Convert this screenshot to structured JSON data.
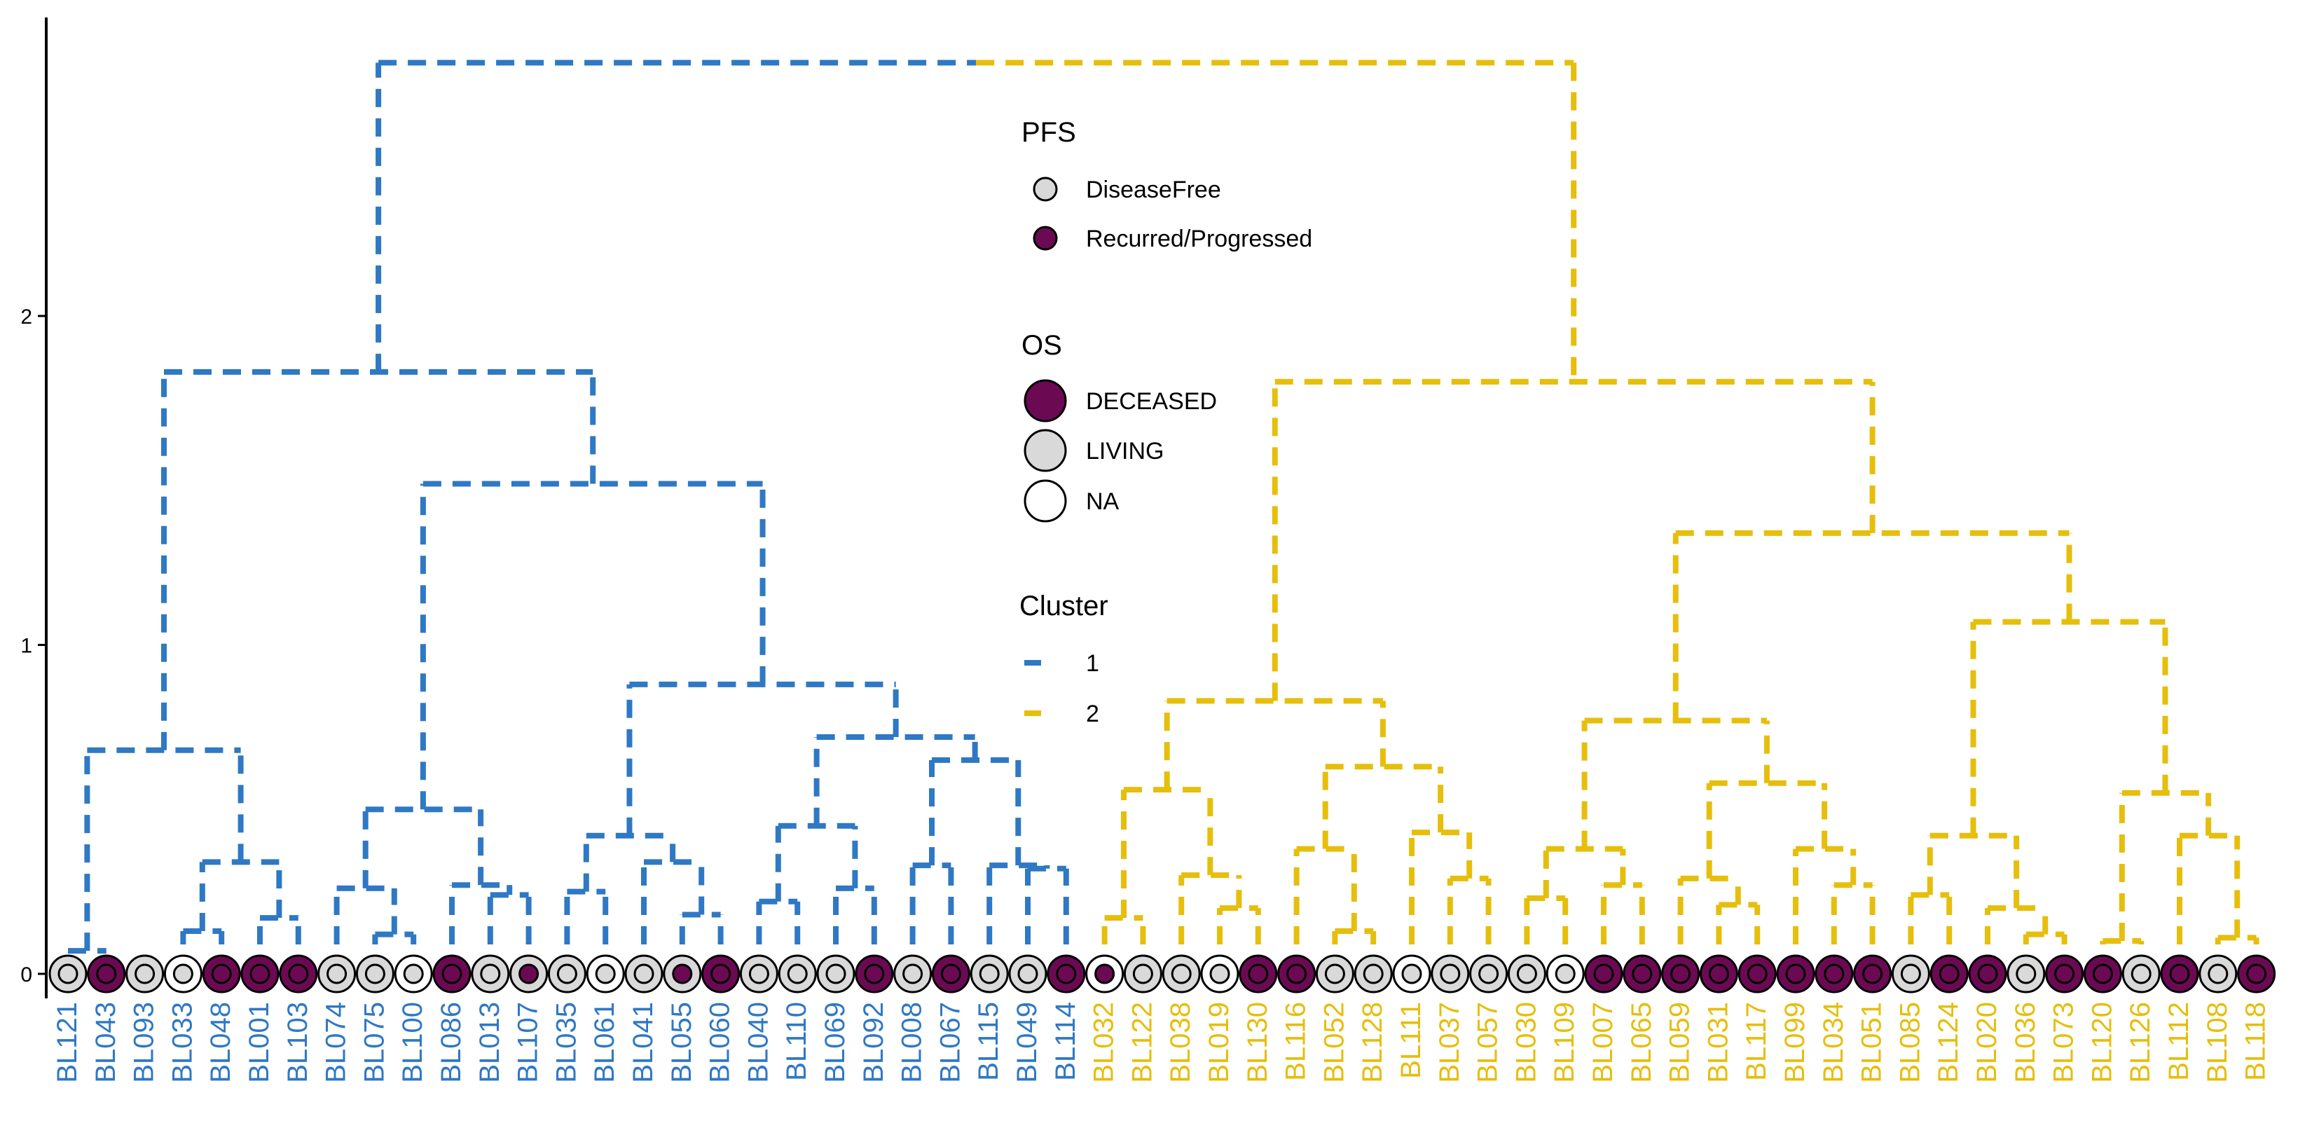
{
  "chart_data": {
    "type": "dendrogram",
    "title": "",
    "y_axis": {
      "label": "",
      "ticks": [
        0,
        1,
        2
      ],
      "range": [
        0,
        2.9
      ]
    },
    "colors": {
      "cluster_1": "#2f78c4",
      "cluster_2": "#e6be0c",
      "deceased_fill": "#6b0a52",
      "living_fill": "#d9d9d9",
      "na_fill": "#ffffff",
      "recurred_fill": "#6b0a52",
      "diseasefree_fill": "#d9d9d9"
    },
    "leaves": [
      {
        "label": "BL121",
        "cluster": 1,
        "os": "LIVING",
        "pfs": "DiseaseFree"
      },
      {
        "label": "BL043",
        "cluster": 1,
        "os": "DECEASED",
        "pfs": "Recurred/Progressed"
      },
      {
        "label": "BL093",
        "cluster": 1,
        "os": "LIVING",
        "pfs": "DiseaseFree"
      },
      {
        "label": "BL033",
        "cluster": 1,
        "os": "NA",
        "pfs": "DiseaseFree"
      },
      {
        "label": "BL048",
        "cluster": 1,
        "os": "DECEASED",
        "pfs": "Recurred/Progressed"
      },
      {
        "label": "BL001",
        "cluster": 1,
        "os": "DECEASED",
        "pfs": "Recurred/Progressed"
      },
      {
        "label": "BL103",
        "cluster": 1,
        "os": "DECEASED",
        "pfs": "Recurred/Progressed"
      },
      {
        "label": "BL074",
        "cluster": 1,
        "os": "LIVING",
        "pfs": "DiseaseFree"
      },
      {
        "label": "BL075",
        "cluster": 1,
        "os": "LIVING",
        "pfs": "DiseaseFree"
      },
      {
        "label": "BL100",
        "cluster": 1,
        "os": "NA",
        "pfs": "DiseaseFree"
      },
      {
        "label": "BL086",
        "cluster": 1,
        "os": "DECEASED",
        "pfs": "Recurred/Progressed"
      },
      {
        "label": "BL013",
        "cluster": 1,
        "os": "LIVING",
        "pfs": "DiseaseFree"
      },
      {
        "label": "BL107",
        "cluster": 1,
        "os": "LIVING",
        "pfs": "Recurred/Progressed"
      },
      {
        "label": "BL035",
        "cluster": 1,
        "os": "LIVING",
        "pfs": "DiseaseFree"
      },
      {
        "label": "BL061",
        "cluster": 1,
        "os": "NA",
        "pfs": "DiseaseFree"
      },
      {
        "label": "BL041",
        "cluster": 1,
        "os": "LIVING",
        "pfs": "DiseaseFree"
      },
      {
        "label": "BL055",
        "cluster": 1,
        "os": "LIVING",
        "pfs": "Recurred/Progressed"
      },
      {
        "label": "BL060",
        "cluster": 1,
        "os": "DECEASED",
        "pfs": "Recurred/Progressed"
      },
      {
        "label": "BL040",
        "cluster": 1,
        "os": "LIVING",
        "pfs": "DiseaseFree"
      },
      {
        "label": "BL110",
        "cluster": 1,
        "os": "LIVING",
        "pfs": "DiseaseFree"
      },
      {
        "label": "BL069",
        "cluster": 1,
        "os": "LIVING",
        "pfs": "DiseaseFree"
      },
      {
        "label": "BL092",
        "cluster": 1,
        "os": "DECEASED",
        "pfs": "Recurred/Progressed"
      },
      {
        "label": "BL008",
        "cluster": 1,
        "os": "LIVING",
        "pfs": "DiseaseFree"
      },
      {
        "label": "BL067",
        "cluster": 1,
        "os": "DECEASED",
        "pfs": "Recurred/Progressed"
      },
      {
        "label": "BL115",
        "cluster": 1,
        "os": "LIVING",
        "pfs": "DiseaseFree"
      },
      {
        "label": "BL049",
        "cluster": 1,
        "os": "LIVING",
        "pfs": "DiseaseFree"
      },
      {
        "label": "BL114",
        "cluster": 1,
        "os": "DECEASED",
        "pfs": "Recurred/Progressed"
      },
      {
        "label": "BL032",
        "cluster": 2,
        "os": "NA",
        "pfs": "Recurred/Progressed"
      },
      {
        "label": "BL122",
        "cluster": 2,
        "os": "LIVING",
        "pfs": "DiseaseFree"
      },
      {
        "label": "BL038",
        "cluster": 2,
        "os": "LIVING",
        "pfs": "DiseaseFree"
      },
      {
        "label": "BL019",
        "cluster": 2,
        "os": "NA",
        "pfs": "DiseaseFree"
      },
      {
        "label": "BL130",
        "cluster": 2,
        "os": "DECEASED",
        "pfs": "Recurred/Progressed"
      },
      {
        "label": "BL116",
        "cluster": 2,
        "os": "DECEASED",
        "pfs": "Recurred/Progressed"
      },
      {
        "label": "BL052",
        "cluster": 2,
        "os": "LIVING",
        "pfs": "DiseaseFree"
      },
      {
        "label": "BL128",
        "cluster": 2,
        "os": "LIVING",
        "pfs": "DiseaseFree"
      },
      {
        "label": "BL111",
        "cluster": 2,
        "os": "NA",
        "pfs": "DiseaseFree"
      },
      {
        "label": "BL037",
        "cluster": 2,
        "os": "LIVING",
        "pfs": "DiseaseFree"
      },
      {
        "label": "BL057",
        "cluster": 2,
        "os": "LIVING",
        "pfs": "DiseaseFree"
      },
      {
        "label": "BL030",
        "cluster": 2,
        "os": "LIVING",
        "pfs": "DiseaseFree"
      },
      {
        "label": "BL109",
        "cluster": 2,
        "os": "NA",
        "pfs": "DiseaseFree"
      },
      {
        "label": "BL007",
        "cluster": 2,
        "os": "DECEASED",
        "pfs": "Recurred/Progressed"
      },
      {
        "label": "BL065",
        "cluster": 2,
        "os": "DECEASED",
        "pfs": "Recurred/Progressed"
      },
      {
        "label": "BL059",
        "cluster": 2,
        "os": "DECEASED",
        "pfs": "Recurred/Progressed"
      },
      {
        "label": "BL031",
        "cluster": 2,
        "os": "DECEASED",
        "pfs": "Recurred/Progressed"
      },
      {
        "label": "BL117",
        "cluster": 2,
        "os": "DECEASED",
        "pfs": "Recurred/Progressed"
      },
      {
        "label": "BL099",
        "cluster": 2,
        "os": "DECEASED",
        "pfs": "Recurred/Progressed"
      },
      {
        "label": "BL034",
        "cluster": 2,
        "os": "DECEASED",
        "pfs": "Recurred/Progressed"
      },
      {
        "label": "BL051",
        "cluster": 2,
        "os": "DECEASED",
        "pfs": "Recurred/Progressed"
      },
      {
        "label": "BL085",
        "cluster": 2,
        "os": "LIVING",
        "pfs": "DiseaseFree"
      },
      {
        "label": "BL124",
        "cluster": 2,
        "os": "DECEASED",
        "pfs": "Recurred/Progressed"
      },
      {
        "label": "BL020",
        "cluster": 2,
        "os": "DECEASED",
        "pfs": "Recurred/Progressed"
      },
      {
        "label": "BL036",
        "cluster": 2,
        "os": "LIVING",
        "pfs": "DiseaseFree"
      },
      {
        "label": "BL073",
        "cluster": 2,
        "os": "DECEASED",
        "pfs": "Recurred/Progressed"
      },
      {
        "label": "BL120",
        "cluster": 2,
        "os": "DECEASED",
        "pfs": "Recurred/Progressed"
      },
      {
        "label": "BL126",
        "cluster": 2,
        "os": "LIVING",
        "pfs": "DiseaseFree"
      },
      {
        "label": "BL112",
        "cluster": 2,
        "os": "DECEASED",
        "pfs": "Recurred/Progressed"
      },
      {
        "label": "BL108",
        "cluster": 2,
        "os": "LIVING",
        "pfs": "DiseaseFree"
      },
      {
        "label": "BL118",
        "cluster": 2,
        "os": "DECEASED",
        "pfs": "Recurred/Progressed"
      }
    ],
    "merges": [
      {
        "a": 0,
        "b": 1,
        "h": 0.07,
        "c": 1
      },
      {
        "a": 3,
        "b": 4,
        "h": 0.13,
        "c": 1
      },
      {
        "a": 5,
        "b": 6,
        "h": 0.17,
        "c": 1
      },
      {
        "a": "m1",
        "b": "m2",
        "h": 0.34,
        "c": 1
      },
      {
        "a": "m0",
        "b": "m3",
        "h": 0.68,
        "c": 1
      },
      {
        "a": 8,
        "b": 9,
        "h": 0.12,
        "c": 1
      },
      {
        "a": 7,
        "b": "m5",
        "h": 0.26,
        "c": 1
      },
      {
        "a": 11,
        "b": 12,
        "h": 0.24,
        "c": 1
      },
      {
        "a": 10,
        "b": "m7",
        "h": 0.27,
        "c": 1
      },
      {
        "a": "m6",
        "b": "m8",
        "h": 0.5,
        "c": 1
      },
      {
        "a": 13,
        "b": 14,
        "h": 0.25,
        "c": 1
      },
      {
        "a": 16,
        "b": 17,
        "h": 0.18,
        "c": 1
      },
      {
        "a": 15,
        "b": "m11",
        "h": 0.34,
        "c": 1
      },
      {
        "a": "m10",
        "b": "m12",
        "h": 0.42,
        "c": 1
      },
      {
        "a": 18,
        "b": 19,
        "h": 0.22,
        "c": 1
      },
      {
        "a": 20,
        "b": 21,
        "h": 0.26,
        "c": 1
      },
      {
        "a": "m14",
        "b": "m15",
        "h": 0.45,
        "c": 1
      },
      {
        "a": 22,
        "b": 23,
        "h": 0.33,
        "c": 1
      },
      {
        "a": 25,
        "b": 26,
        "h": 0.32,
        "c": 1
      },
      {
        "a": 24,
        "b": "m18",
        "h": 0.33,
        "c": 1
      },
      {
        "a": "m17",
        "b": "m19",
        "h": 0.65,
        "c": 1
      },
      {
        "a": "m16",
        "b": "m20",
        "h": 0.72,
        "c": 1
      },
      {
        "a": "m13",
        "b": "m21",
        "h": 0.88,
        "c": 1
      },
      {
        "a": "m9",
        "b": "m22",
        "h": 1.49,
        "c": 1
      },
      {
        "a": "m4",
        "b": "m23",
        "h": 1.83,
        "c": 1
      },
      {
        "a": 27,
        "b": 28,
        "h": 0.17,
        "c": 2
      },
      {
        "a": 30,
        "b": 31,
        "h": 0.2,
        "c": 2
      },
      {
        "a": 29,
        "b": "m26",
        "h": 0.3,
        "c": 2
      },
      {
        "a": "m25",
        "b": "m27",
        "h": 0.56,
        "c": 2
      },
      {
        "a": 33,
        "b": 34,
        "h": 0.13,
        "c": 2
      },
      {
        "a": 32,
        "b": "m29",
        "h": 0.38,
        "c": 2
      },
      {
        "a": 36,
        "b": 37,
        "h": 0.29,
        "c": 2
      },
      {
        "a": 35,
        "b": "m31",
        "h": 0.43,
        "c": 2
      },
      {
        "a": "m30",
        "b": "m32",
        "h": 0.63,
        "c": 2
      },
      {
        "a": "m28",
        "b": "m33",
        "h": 0.83,
        "c": 2
      },
      {
        "a": 38,
        "b": 39,
        "h": 0.23,
        "c": 2
      },
      {
        "a": 40,
        "b": 41,
        "h": 0.27,
        "c": 2
      },
      {
        "a": "m35",
        "b": "m36",
        "h": 0.38,
        "c": 2
      },
      {
        "a": 43,
        "b": 44,
        "h": 0.21,
        "c": 2
      },
      {
        "a": 42,
        "b": "m38",
        "h": 0.29,
        "c": 2
      },
      {
        "a": 46,
        "b": 47,
        "h": 0.27,
        "c": 2
      },
      {
        "a": 45,
        "b": "m40",
        "h": 0.38,
        "c": 2
      },
      {
        "a": "m39",
        "b": "m41",
        "h": 0.58,
        "c": 2
      },
      {
        "a": "m37",
        "b": "m42",
        "h": 0.77,
        "c": 2
      },
      {
        "a": 48,
        "b": 49,
        "h": 0.24,
        "c": 2
      },
      {
        "a": 51,
        "b": 52,
        "h": 0.12,
        "c": 2
      },
      {
        "a": 50,
        "b": "m45",
        "h": 0.2,
        "c": 2
      },
      {
        "a": "m44",
        "b": "m46",
        "h": 0.42,
        "c": 2
      },
      {
        "a": 53,
        "b": 54,
        "h": 0.1,
        "c": 2
      },
      {
        "a": 56,
        "b": 57,
        "h": 0.11,
        "c": 2
      },
      {
        "a": 55,
        "b": "m49",
        "h": 0.42,
        "c": 2
      },
      {
        "a": "m48",
        "b": "m50",
        "h": 0.55,
        "c": 2
      },
      {
        "a": "m47",
        "b": "m51",
        "h": 1.07,
        "c": 2
      },
      {
        "a": "m43",
        "b": "m52",
        "h": 1.34,
        "c": 2
      },
      {
        "a": "m34",
        "b": "m53",
        "h": 1.8,
        "c": 2
      },
      {
        "a": "m24",
        "b": "m54",
        "h": 2.77,
        "c": 0
      }
    ],
    "legend": {
      "pfs": {
        "title": "PFS",
        "items": [
          {
            "label": "DiseaseFree",
            "fill": "#d9d9d9"
          },
          {
            "label": "Recurred/Progressed",
            "fill": "#6b0a52"
          }
        ]
      },
      "os": {
        "title": "OS",
        "items": [
          {
            "label": "DECEASED",
            "fill": "#6b0a52"
          },
          {
            "label": "LIVING",
            "fill": "#d9d9d9"
          },
          {
            "label": "NA",
            "fill": "#ffffff"
          }
        ]
      },
      "cluster": {
        "title": "Cluster",
        "items": [
          {
            "label": "1",
            "color": "#2f78c4"
          },
          {
            "label": "2",
            "color": "#e6be0c"
          }
        ]
      }
    }
  }
}
